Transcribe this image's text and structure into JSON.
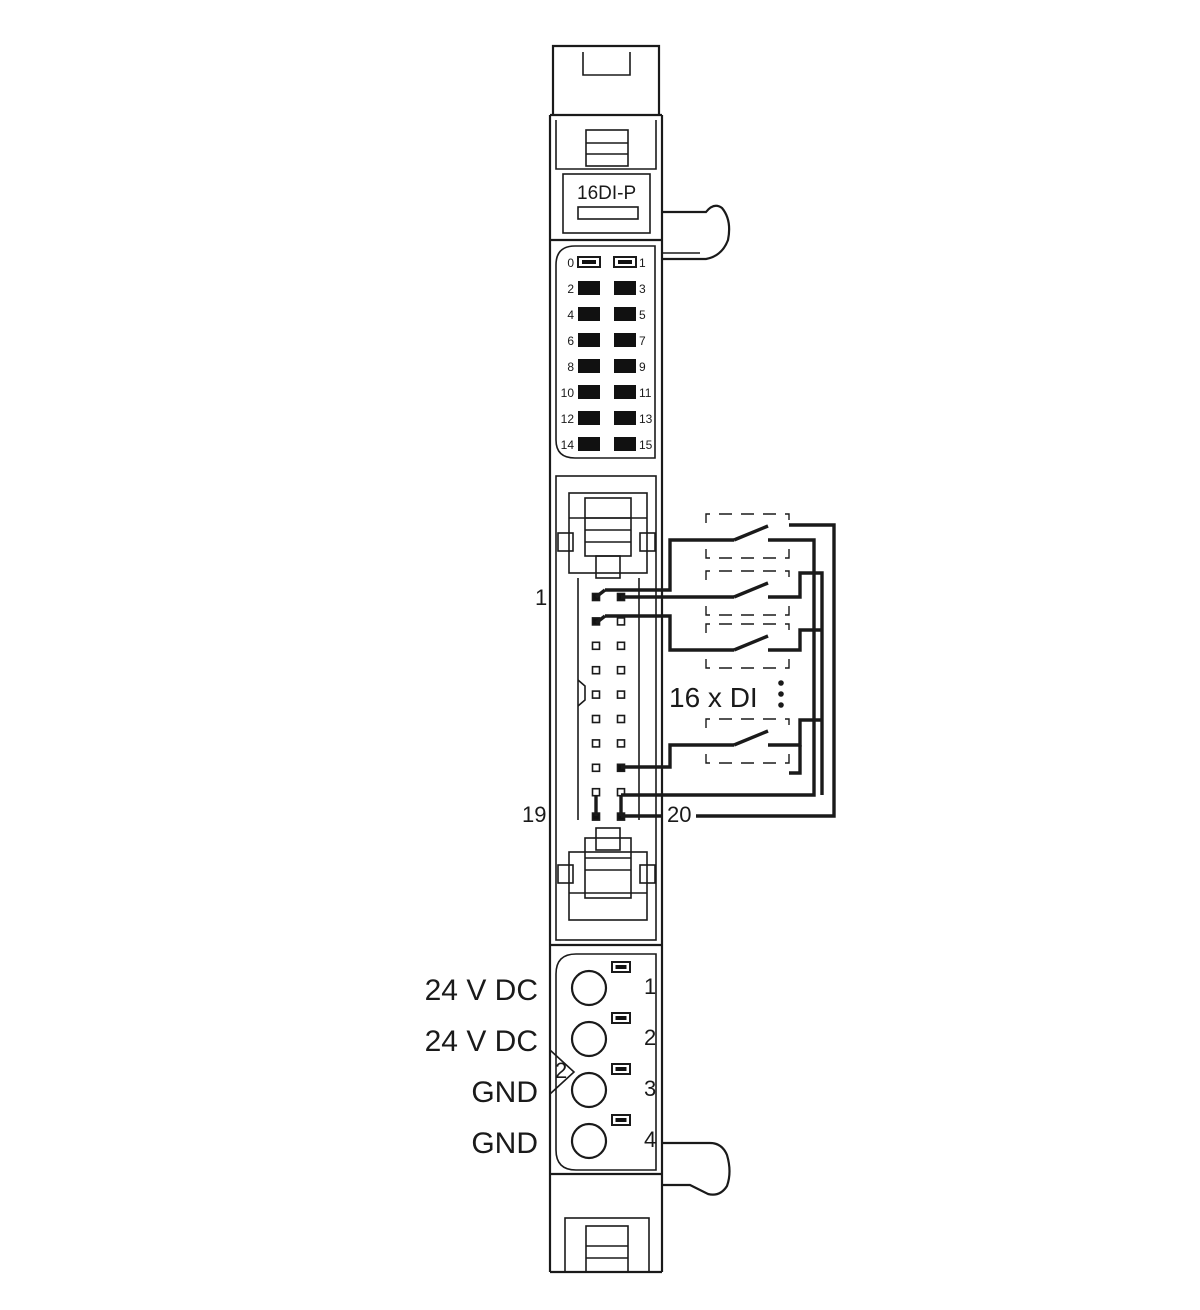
{
  "module": {
    "model_label": "16DI-P"
  },
  "leds": {
    "left": [
      "0",
      "2",
      "4",
      "6",
      "8",
      "10",
      "12",
      "14"
    ],
    "right": [
      "1",
      "3",
      "5",
      "7",
      "9",
      "11",
      "13",
      "15"
    ]
  },
  "connector": {
    "pin_first": "1",
    "pin_last_left": "19",
    "pin_last_right": "20",
    "inputs_label": "16 x DI"
  },
  "power": {
    "rows": [
      {
        "signal": "24 V DC",
        "number": "1"
      },
      {
        "signal": "24 V DC",
        "number": "2"
      },
      {
        "signal": "GND",
        "number": "3"
      },
      {
        "signal": "GND",
        "number": "4"
      }
    ],
    "bridge_label": "2"
  }
}
